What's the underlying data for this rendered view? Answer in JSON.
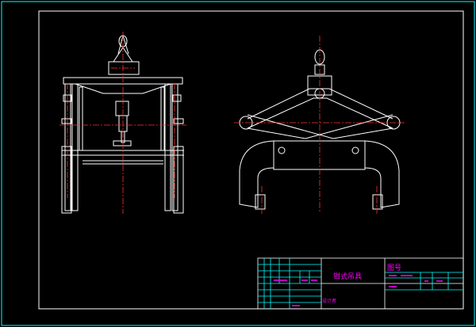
{
  "title_block": {
    "drawing_title": "钳式吊具",
    "drawing_no_label": "图号",
    "company_label": "设计者"
  },
  "colors": {
    "frame": "#ffffff",
    "border_cyan": "#00ffff",
    "outline": "#ffffff",
    "center_line": "#ff3030",
    "text": "#ff00ff",
    "grid": "#00ffff"
  }
}
